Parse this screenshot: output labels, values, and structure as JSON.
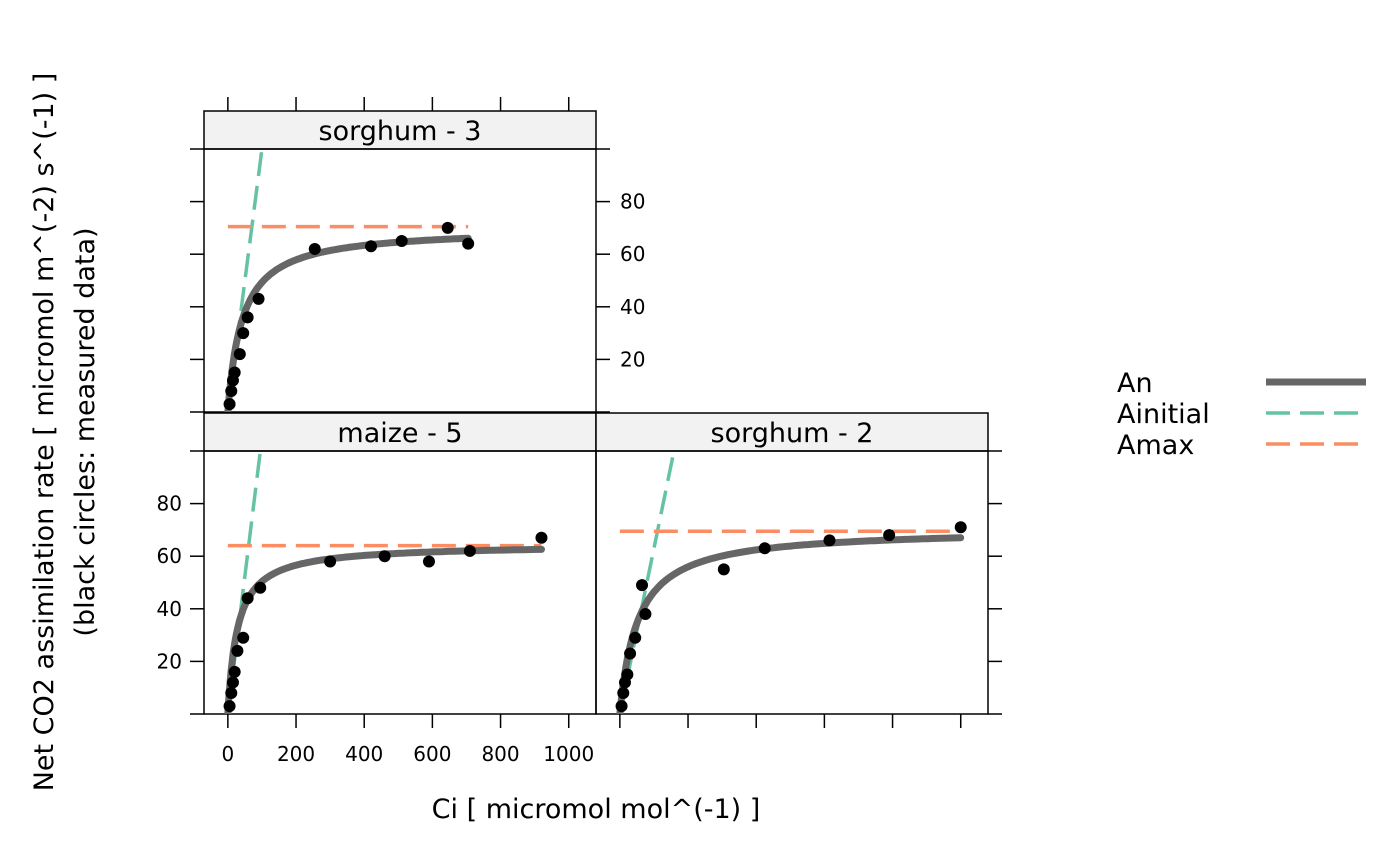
{
  "chart_data": {
    "type": "scatter",
    "layout": "trellis 2x2 (top-right panel empty)",
    "xlabel": "Ci [ micromol mol^(-1) ]",
    "ylabel_line1": "Net CO2 assimilation rate [ micromol m^(-2) s^(-1) ]",
    "ylabel_line2": "(black circles: measured data)",
    "xlim": [
      -70,
      1080
    ],
    "ylim": [
      0,
      100
    ],
    "x_ticks": [
      0,
      200,
      400,
      600,
      800,
      1000
    ],
    "y_ticks": [
      20,
      40,
      60,
      80
    ],
    "grid": false,
    "legend": {
      "placement": "right",
      "items": [
        {
          "label": "An",
          "color": "#666666",
          "dash": "solid",
          "width": 7
        },
        {
          "label": "Ainitial",
          "color": "#66C2A5",
          "dash": "long-dash",
          "width": 3.5
        },
        {
          "label": "Amax",
          "color": "#FC8D62",
          "dash": "long-dash",
          "width": 3.5
        }
      ]
    },
    "panels": [
      {
        "id": "sorghum-3",
        "strip": "sorghum - 3",
        "position": "top-left",
        "points": [
          [
            5,
            3
          ],
          [
            10,
            8
          ],
          [
            15,
            12
          ],
          [
            20,
            15
          ],
          [
            35,
            22
          ],
          [
            45,
            30
          ],
          [
            58,
            36
          ],
          [
            90,
            43
          ],
          [
            255,
            62
          ],
          [
            420,
            63
          ],
          [
            510,
            65
          ],
          [
            645,
            70
          ],
          [
            705,
            64
          ]
        ],
        "An": {
          "vmax": 70,
          "half": 42,
          "x_end": 705
        },
        "Ainitial": {
          "slope": 1.0
        },
        "Amax": {
          "y": 70.5,
          "x_start": 0,
          "x_end": 705
        }
      },
      {
        "id": "maize-5",
        "strip": "maize - 5",
        "position": "bottom-left",
        "points": [
          [
            5,
            3
          ],
          [
            10,
            8
          ],
          [
            15,
            12
          ],
          [
            20,
            16
          ],
          [
            28,
            24
          ],
          [
            45,
            29
          ],
          [
            58,
            44
          ],
          [
            95,
            48
          ],
          [
            300,
            58
          ],
          [
            460,
            60
          ],
          [
            590,
            58
          ],
          [
            710,
            62
          ],
          [
            920,
            67
          ]
        ],
        "An": {
          "vmax": 64.5,
          "half": 28,
          "x_end": 920
        },
        "Ainitial": {
          "slope": 1.05
        },
        "Amax": {
          "y": 64,
          "x_start": 0,
          "x_end": 920
        },
        "show_x_ticks": true
      },
      {
        "id": "sorghum-2",
        "strip": "sorghum - 2",
        "position": "bottom-right",
        "points": [
          [
            5,
            3
          ],
          [
            10,
            8
          ],
          [
            15,
            12
          ],
          [
            22,
            15
          ],
          [
            30,
            23
          ],
          [
            45,
            29
          ],
          [
            65,
            49
          ],
          [
            75,
            38
          ],
          [
            305,
            55
          ],
          [
            425,
            63
          ],
          [
            615,
            66
          ],
          [
            790,
            68
          ],
          [
            1000,
            71
          ]
        ],
        "An": {
          "vmax": 70.5,
          "half": 52,
          "x_end": 1000
        },
        "Ainitial": {
          "slope": 0.63
        },
        "Amax": {
          "y": 69.5,
          "x_start": 0,
          "x_end": 1000
        }
      }
    ]
  }
}
